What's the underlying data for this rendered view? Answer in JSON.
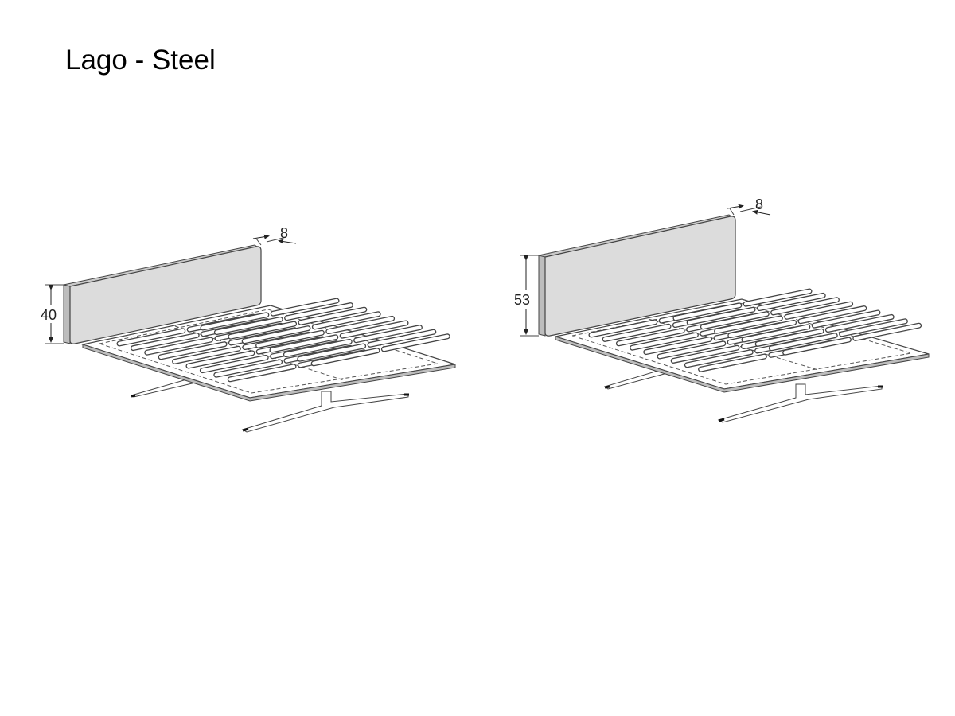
{
  "title": "Lago - Steel",
  "beds": [
    {
      "height_label": "40",
      "depth_label": "8"
    },
    {
      "height_label": "53",
      "depth_label": "8"
    }
  ],
  "colors": {
    "panel": "#dcdcdc",
    "panel_side": "#c4c4c4",
    "line": "#444444"
  }
}
